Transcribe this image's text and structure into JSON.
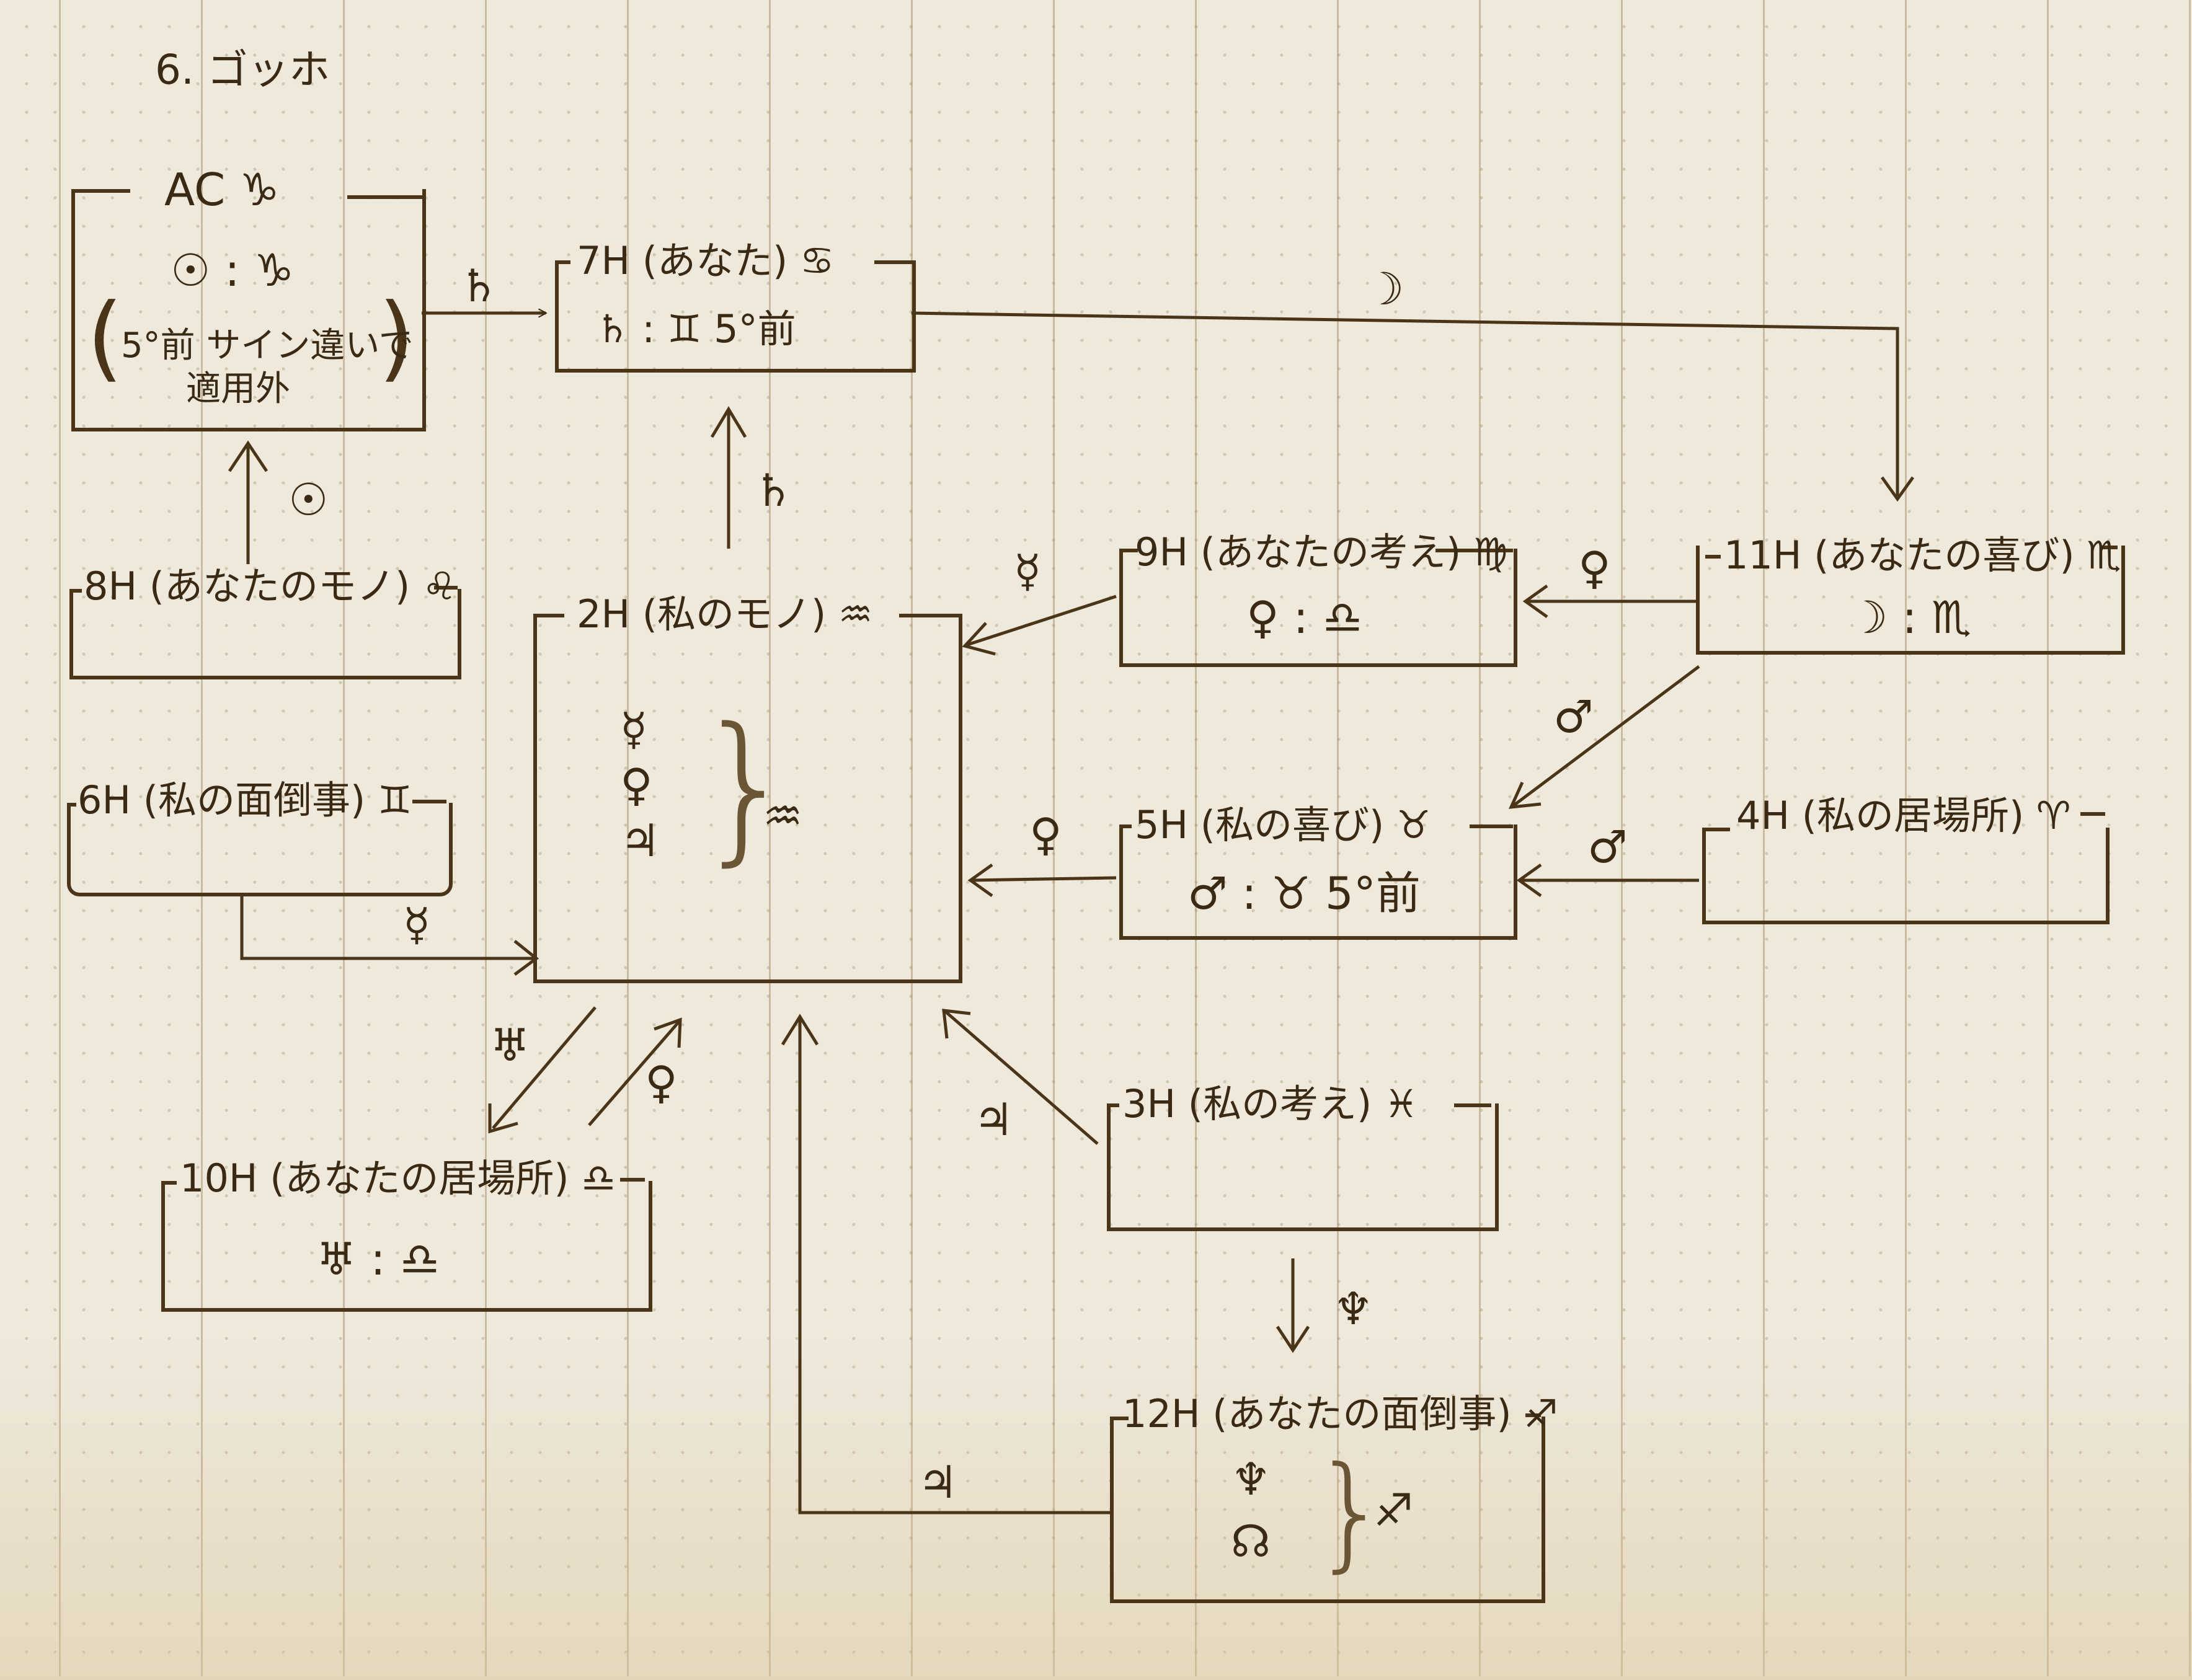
{
  "page": {
    "title": "6. ゴッホ"
  },
  "colors": {
    "ink": "#3a2a14",
    "paper": "#efe9dc",
    "grid": "#b8a37a"
  },
  "boxes": {
    "ac": {
      "title": "AC ♑",
      "line1": "☉ : ♑",
      "note1": "5°前 サイン違いで",
      "note2": "適用外"
    },
    "h7": {
      "title": "7H (あなた) ♋",
      "body": "♄ : ♊  5°前"
    },
    "h8": {
      "title": "8H (あなたのモノ) ♌"
    },
    "h2": {
      "title": "2H (私のモノ) ♒",
      "planets": [
        "☿",
        "♀",
        "♃"
      ],
      "sign": "♒"
    },
    "h9": {
      "title": "9H (あなたの考え) ♍",
      "body": "♀ : ♎"
    },
    "h11": {
      "title": "11H (あなたの喜び) ♏",
      "body": "☽ : ♏"
    },
    "h6": {
      "title": "6H (私の面倒事) ♊"
    },
    "h5": {
      "title": "5H (私の喜び) ♉",
      "body": "♂ : ♉  5°前"
    },
    "h4": {
      "title": "4H (私の居場所) ♈"
    },
    "h10": {
      "title": "10H (あなたの居場所) ♎",
      "body": "♅ : ♎"
    },
    "h3": {
      "title": "3H (私の考え) ♓"
    },
    "h12": {
      "title": "12H (あなたの面倒事) ♐",
      "planets": [
        "♆",
        "☊"
      ],
      "sign": "♐"
    }
  },
  "arrows": {
    "ac_to_h7": "♄",
    "h8_to_ac": "☉",
    "h2_to_h7": "♄",
    "h7_to_h11": "☽",
    "h9_to_h2": "☿",
    "h11_to_h9": "♀",
    "h11_to_h5": "♂",
    "h4_to_h5": "♂",
    "h5_to_h2": "♀",
    "h6_to_h2": "☿",
    "h2_to_h10": "♅",
    "h10_to_h2": "♀",
    "h3_to_h2": "♃",
    "h3_to_h12": "♆",
    "h12_to_h2": "♃"
  }
}
